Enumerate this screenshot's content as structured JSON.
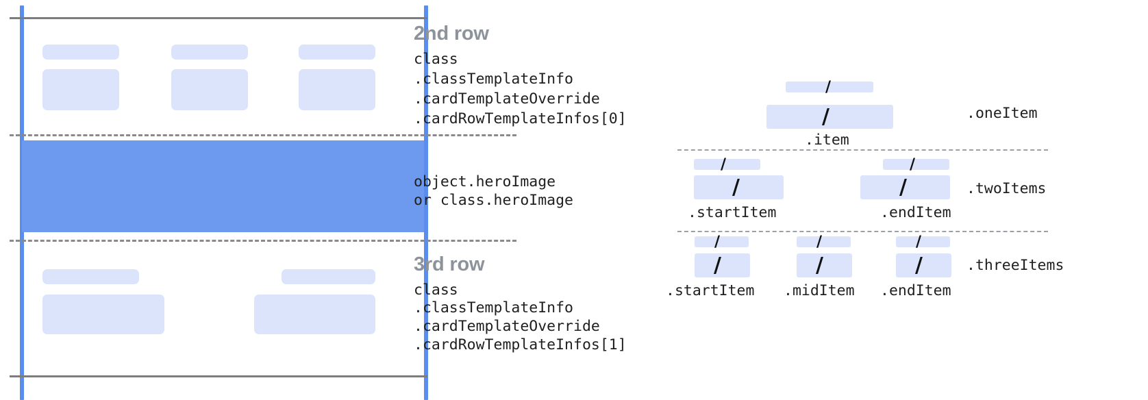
{
  "diagram": {
    "title_hidden": "",
    "colors": {
      "accent_blue": "#5b8dee",
      "hero_blue": "#6d9aee",
      "chip_blue": "#dbe4fb",
      "rule_gray": "#7d7d7d",
      "dash_gray": "#8a8a8a",
      "heading_gray": "#8d939a",
      "text_black": "#1f1f1f"
    }
  },
  "card": {
    "rows": [
      {
        "id": "second-row",
        "heading": "2nd row",
        "path_lines": [
          "class",
          ".classTemplateInfo",
          ".cardTemplateOverride",
          ".cardRowTemplateInfos[0]"
        ],
        "items": 3
      },
      {
        "id": "hero-row",
        "heading": "",
        "path_lines": [
          "object.heroImage",
          "or class.heroImage"
        ],
        "items": 0
      },
      {
        "id": "third-row",
        "heading": "3rd row",
        "path_lines": [
          "class",
          ".classTemplateInfo",
          ".cardTemplateOverride",
          ".cardRowTemplateInfos[1]"
        ],
        "items": 2
      }
    ]
  },
  "item_layouts": [
    {
      "id": "one-item",
      "group_label": ".oneItem",
      "slots": [
        {
          "label": ".item",
          "slash": "/"
        }
      ]
    },
    {
      "id": "two-items",
      "group_label": ".twoItems",
      "slots": [
        {
          "label": ".startItem",
          "slash": "/"
        },
        {
          "label": ".endItem",
          "slash": "/"
        }
      ]
    },
    {
      "id": "three-items",
      "group_label": ".threeItems",
      "slots": [
        {
          "label": ".startItem",
          "slash": "/"
        },
        {
          "label": ".midItem",
          "slash": "/"
        },
        {
          "label": ".endItem",
          "slash": "/"
        }
      ]
    }
  ]
}
